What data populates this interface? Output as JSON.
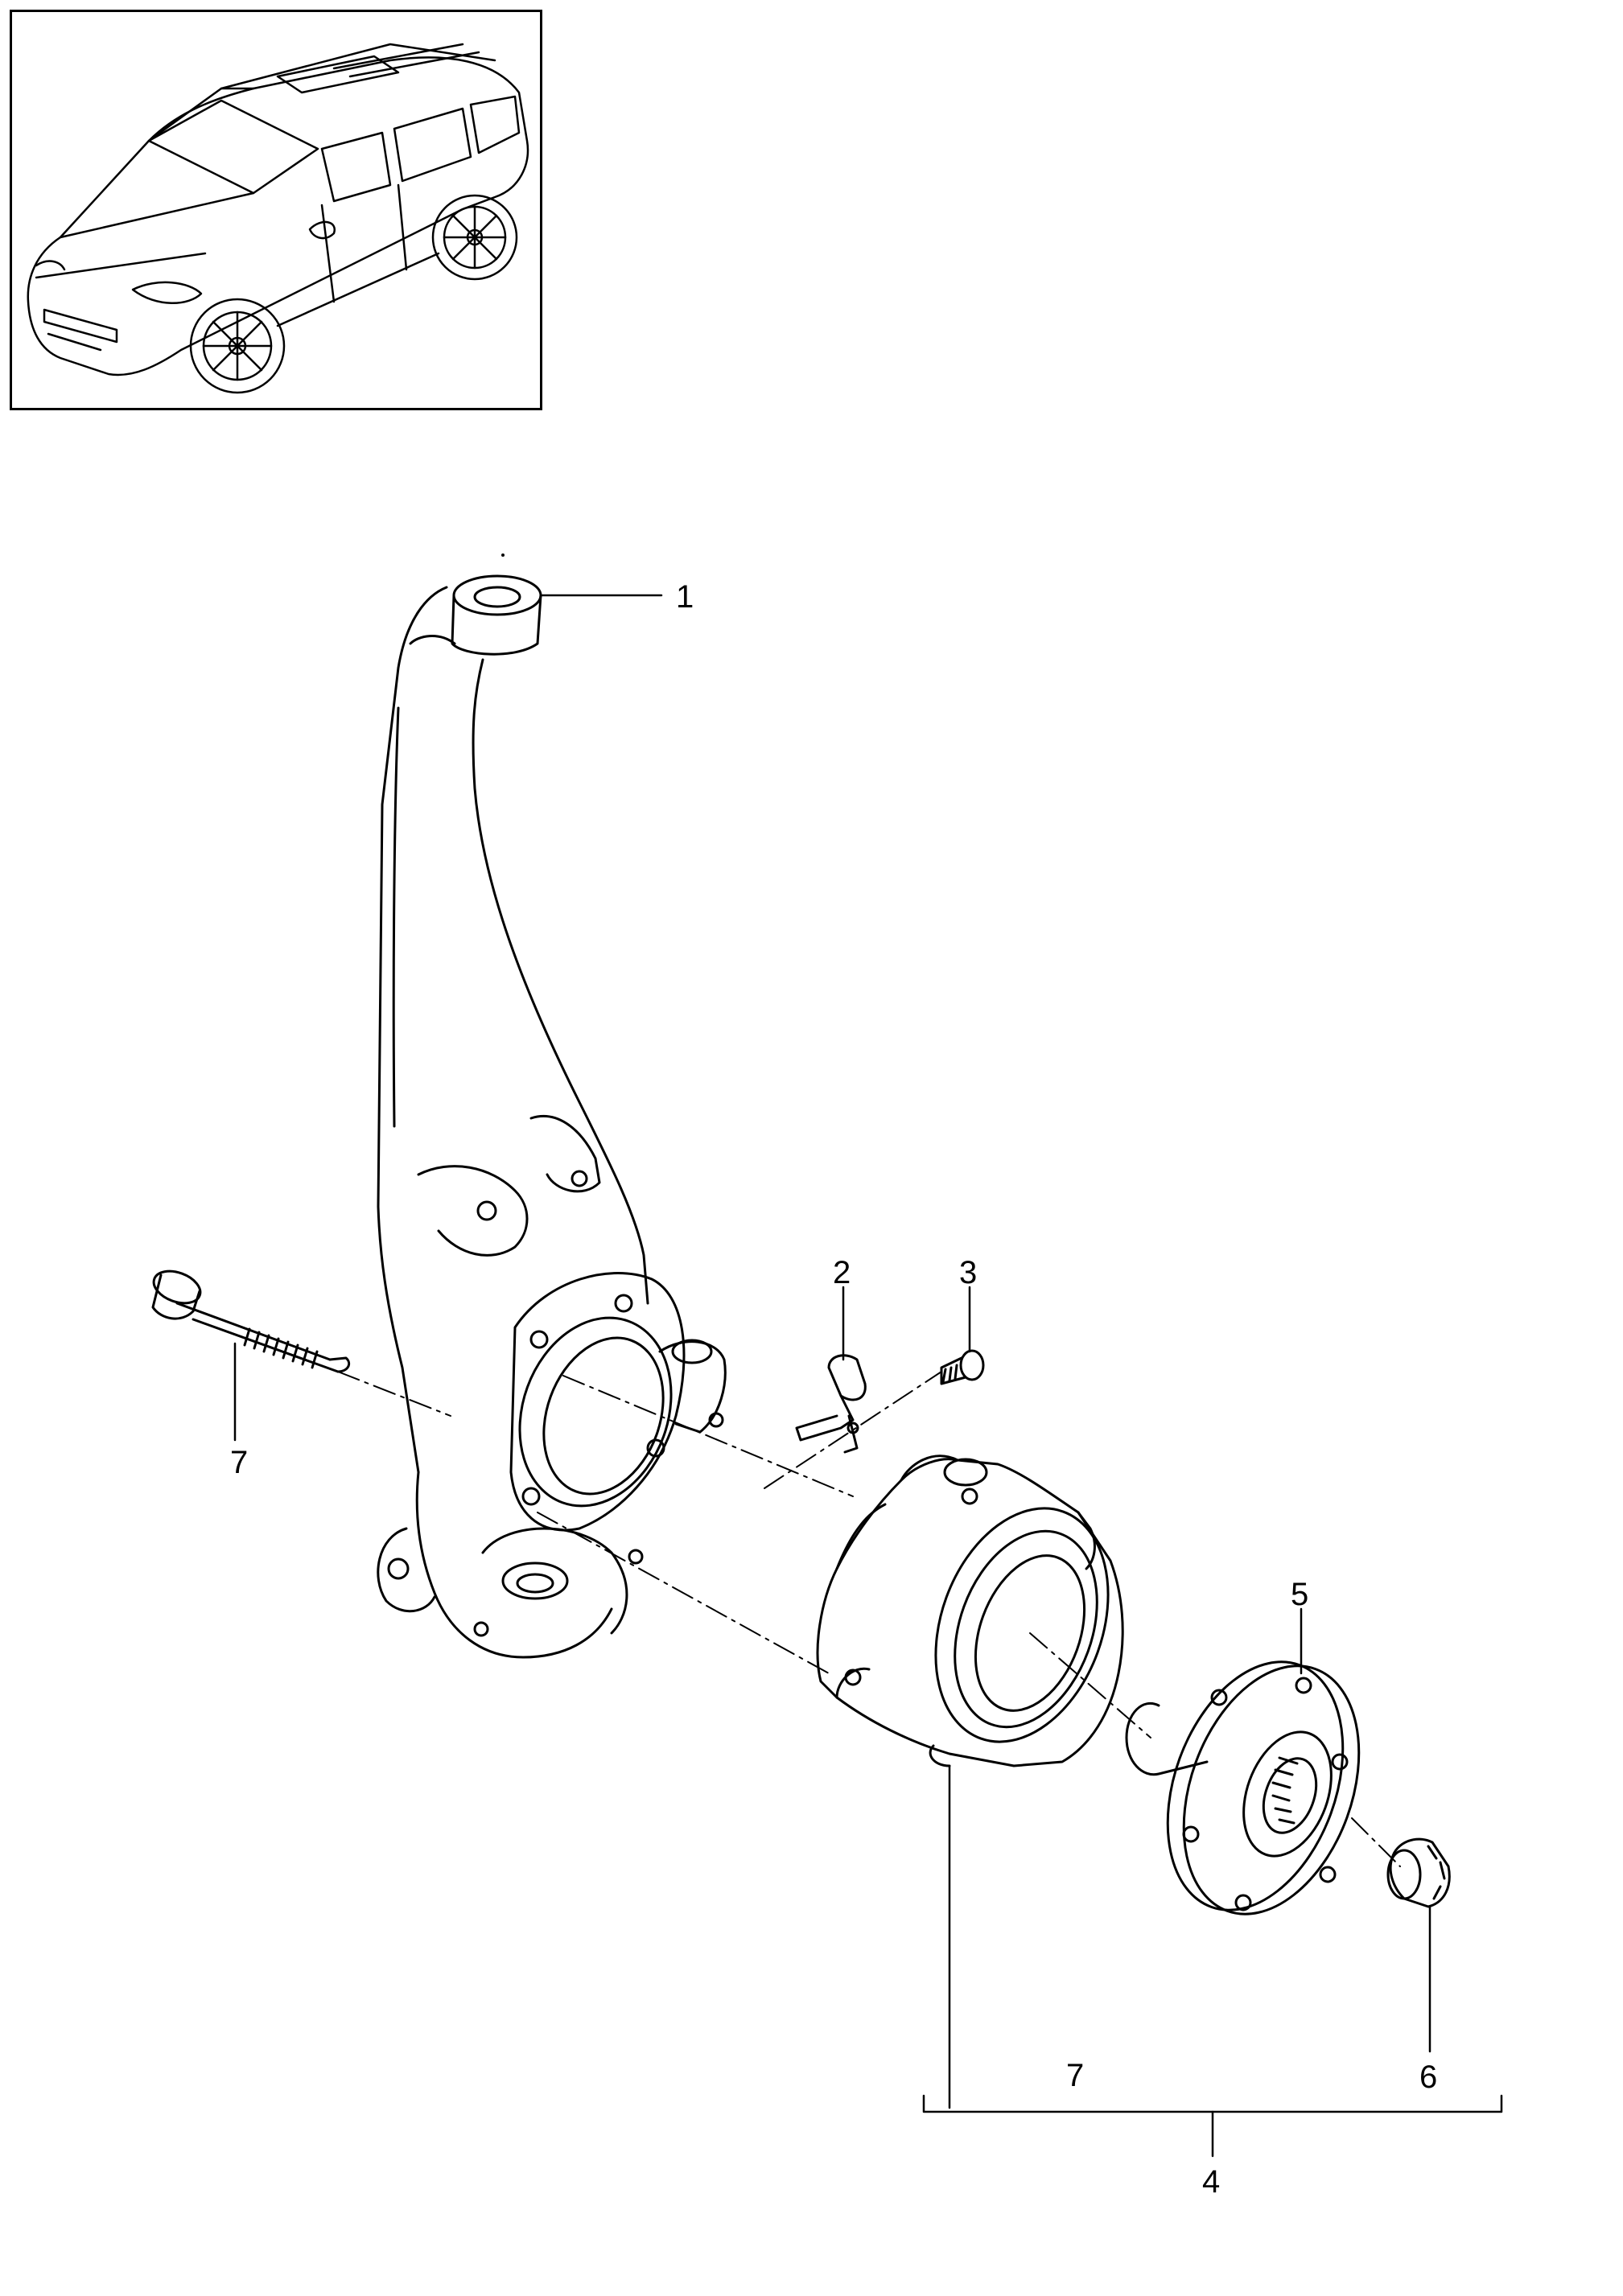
{
  "thumbnail": {
    "icon": "car-overview-icon"
  },
  "callouts": [
    {
      "id": "c1",
      "label": "1"
    },
    {
      "id": "c2",
      "label": "2"
    },
    {
      "id": "c3",
      "label": "3"
    },
    {
      "id": "c4",
      "label": "4"
    },
    {
      "id": "c5",
      "label": "5"
    },
    {
      "id": "c6",
      "label": "6"
    },
    {
      "id": "c7a",
      "label": "7"
    },
    {
      "id": "c7b",
      "label": "7"
    }
  ],
  "parts": [
    {
      "name": "steering-knuckle-icon"
    },
    {
      "name": "speed-sensor-icon"
    },
    {
      "name": "sensor-screw-icon"
    },
    {
      "name": "wheel-bearing-housing-icon"
    },
    {
      "name": "wheel-hub-flange-icon"
    },
    {
      "name": "hub-nut-icon"
    },
    {
      "name": "bolt-icon"
    }
  ]
}
